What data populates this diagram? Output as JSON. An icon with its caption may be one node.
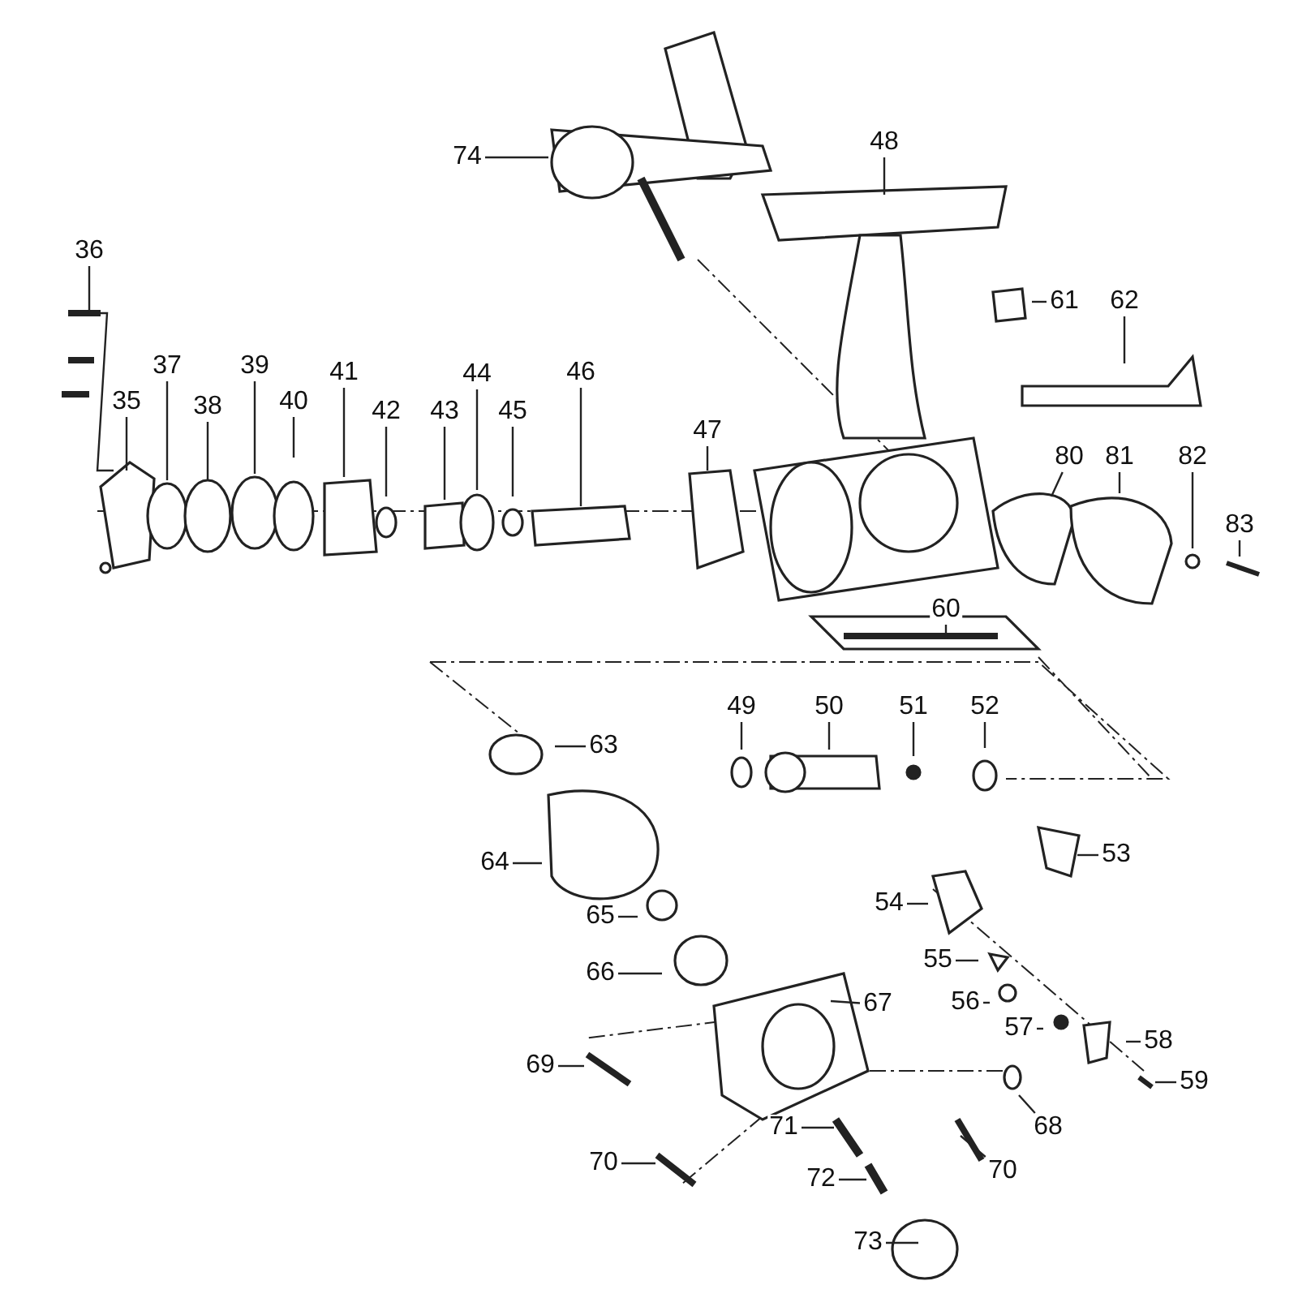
{
  "diagram": {
    "nodes": [
      {
        "text": [
          "48"
        ]
      },
      {
        "text": [
          "74"
        ]
      },
      {
        "text": [
          "36"
        ]
      },
      {
        "text": [
          "61"
        ]
      },
      {
        "text": [
          "62"
        ]
      },
      {
        "text": [
          "37"
        ]
      },
      {
        "text": [
          "39"
        ]
      },
      {
        "text": [
          "41"
        ]
      },
      {
        "text": [
          "44"
        ]
      },
      {
        "text": [
          "46"
        ]
      },
      {
        "text": [
          "35"
        ]
      },
      {
        "text": [
          "38"
        ]
      },
      {
        "text": [
          "40"
        ]
      },
      {
        "text": [
          "42"
        ]
      },
      {
        "text": [
          "43"
        ]
      },
      {
        "text": [
          "45"
        ]
      },
      {
        "text": [
          "47"
        ]
      },
      {
        "text": [
          "80"
        ]
      },
      {
        "text": [
          "81"
        ]
      },
      {
        "text": [
          "82"
        ]
      },
      {
        "text": [
          "83"
        ]
      },
      {
        "text": [
          "60"
        ]
      },
      {
        "text": [
          "49"
        ]
      },
      {
        "text": [
          "50"
        ]
      },
      {
        "text": [
          "51"
        ]
      },
      {
        "text": [
          "52"
        ]
      },
      {
        "text": [
          "63"
        ]
      },
      {
        "text": [
          "64"
        ]
      },
      {
        "text": [
          "53"
        ]
      },
      {
        "text": [
          "54"
        ]
      },
      {
        "text": [
          "65"
        ]
      },
      {
        "text": [
          "55"
        ]
      },
      {
        "text": [
          "66"
        ]
      },
      {
        "text": [
          "56"
        ]
      },
      {
        "text": [
          "67"
        ]
      },
      {
        "text": [
          "57"
        ]
      },
      {
        "text": [
          "58"
        ]
      },
      {
        "text": [
          "69"
        ]
      },
      {
        "text": [
          "59"
        ]
      },
      {
        "text": [
          "68"
        ]
      },
      {
        "text": [
          "71"
        ]
      },
      {
        "text": [
          "70"
        ]
      },
      {
        "text": [
          "70"
        ]
      },
      {
        "text": [
          "72"
        ]
      },
      {
        "text": [
          "73"
        ]
      }
    ],
    "edges": [
      {
        "from": 0,
        "to": null,
        "arrow": "none"
      },
      {
        "from": 1,
        "to": null,
        "arrow": "none"
      },
      {
        "from": 2,
        "to": null,
        "arrow": "none"
      },
      {
        "from": 3,
        "to": null,
        "arrow": "none"
      },
      {
        "from": 4,
        "to": null,
        "arrow": "none"
      },
      {
        "from": 5,
        "to": null,
        "arrow": "none"
      },
      {
        "from": 6,
        "to": null,
        "arrow": "none"
      },
      {
        "from": 7,
        "to": null,
        "arrow": "none"
      },
      {
        "from": 8,
        "to": null,
        "arrow": "none"
      },
      {
        "from": 9,
        "to": null,
        "arrow": "none"
      },
      {
        "from": 10,
        "to": null,
        "arrow": "none"
      },
      {
        "from": 11,
        "to": null,
        "arrow": "none"
      },
      {
        "from": 12,
        "to": null,
        "arrow": "none"
      },
      {
        "from": 13,
        "to": null,
        "arrow": "none"
      },
      {
        "from": 14,
        "to": null,
        "arrow": "none"
      },
      {
        "from": 15,
        "to": null,
        "arrow": "none"
      },
      {
        "from": 16,
        "to": null,
        "arrow": "none"
      },
      {
        "from": 17,
        "to": null,
        "arrow": "none"
      },
      {
        "from": 18,
        "to": null,
        "arrow": "none"
      },
      {
        "from": 19,
        "to": null,
        "arrow": "none"
      },
      {
        "from": 20,
        "to": null,
        "arrow": "none"
      },
      {
        "from": 21,
        "to": null,
        "arrow": "none"
      },
      {
        "from": 22,
        "to": null,
        "arrow": "none"
      },
      {
        "from": 23,
        "to": null,
        "arrow": "none"
      },
      {
        "from": 24,
        "to": null,
        "arrow": "none"
      },
      {
        "from": 25,
        "to": null,
        "arrow": "none"
      },
      {
        "from": 26,
        "to": null,
        "arrow": "none"
      },
      {
        "from": 27,
        "to": null,
        "arrow": "none"
      },
      {
        "from": 28,
        "to": null,
        "arrow": "none"
      },
      {
        "from": 29,
        "to": null,
        "arrow": "none"
      },
      {
        "from": 30,
        "to": null,
        "arrow": "none"
      },
      {
        "from": 31,
        "to": null,
        "arrow": "none"
      },
      {
        "from": 32,
        "to": null,
        "arrow": "none"
      },
      {
        "from": 33,
        "to": null,
        "arrow": "none"
      },
      {
        "from": 34,
        "to": null,
        "arrow": "none"
      },
      {
        "from": 35,
        "to": null,
        "arrow": "none"
      },
      {
        "from": 36,
        "to": null,
        "arrow": "none"
      },
      {
        "from": 37,
        "to": null,
        "arrow": "none"
      },
      {
        "from": 38,
        "to": null,
        "arrow": "none"
      },
      {
        "from": 39,
        "to": null,
        "arrow": "none"
      },
      {
        "from": 40,
        "to": null,
        "arrow": "none"
      },
      {
        "from": 41,
        "to": null,
        "arrow": "none"
      },
      {
        "from": 42,
        "to": null,
        "arrow": "none"
      },
      {
        "from": 43,
        "to": null,
        "arrow": "none"
      },
      {
        "from": 44,
        "to": null,
        "arrow": "none"
      }
    ]
  }
}
